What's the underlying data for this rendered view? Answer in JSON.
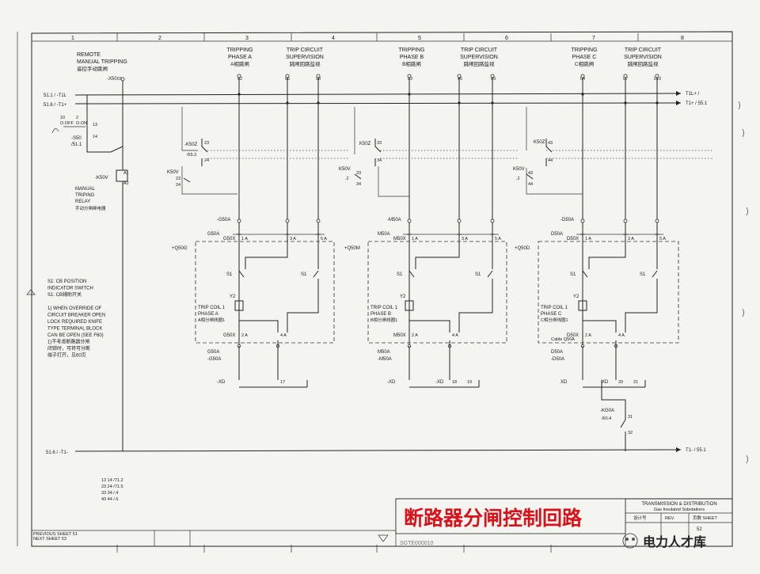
{
  "columns": [
    "1",
    "2",
    "3",
    "4",
    "5",
    "6",
    "7",
    "8"
  ],
  "header": {
    "remote": [
      "REMOTE",
      "MANUAL TRIPPING",
      "遥控手动跳闸"
    ],
    "trip_a": [
      "TRIPPING",
      "PHASE A",
      "A相跳闸"
    ],
    "sup_a": [
      "TRIP CIRCUIT",
      "SUPERVISION",
      "跳闸回路监视"
    ],
    "trip_b": [
      "TRIPPING",
      "PHASE B",
      "B相跳闸"
    ],
    "sup_b": [
      "TRIP CIRCUIT",
      "SUPERVISION",
      "跳闸回路监视"
    ],
    "trip_c": [
      "TRIPPING",
      "PHASE C",
      "C相跳闸"
    ],
    "sup_c": [
      "TRIP CIRCUIT",
      "SUPERVISION",
      "跳闸回路监视"
    ]
  },
  "terminal_numbers": {
    "x50_1": "01",
    "a2": "02",
    "a5": "05",
    "a8": "08",
    "b3": "03",
    "b6": "06",
    "b9": "09",
    "c4": "04",
    "c7": "07",
    "c10": "010"
  },
  "bus": {
    "left_top1": "51.1 / -T1L",
    "left_top2": "51.6 / -T1+",
    "right_top1": "T1L+ /",
    "right_top2": "T1+ / 55.1",
    "left_bottom": "51.6 / -T1-",
    "right_bottom": "T1- / 55.1"
  },
  "left": {
    "x50": "-X50",
    "s50": "-S50",
    "s50_ref": "/51.1",
    "switch_pins": [
      "10",
      "O.OFF",
      "2",
      "O.ON",
      "13",
      "14"
    ],
    "k50v_coil": "-K50V",
    "k50v_pins": [
      "A1",
      "A2"
    ],
    "relay_text": [
      "MANUAL",
      "TRIPING",
      "RELAY",
      "手动分闸继电器"
    ],
    "notes": [
      "S1: CB POSITION",
      "INDICATOR SWITCH",
      "S1: CB辅助开关",
      "",
      "1) WHEN OVERRIDE OF",
      "CIRCUIT BREAKER OPEN",
      "LOCK REQUIRED KNIFE",
      "TYPE TERMINAL BLOCK",
      "CAN BE OPEN (SEE F60)",
      "1)不考虑断路器分闸",
      "闭锁时，可将可分断",
      "端子打开，见60页"
    ],
    "legend_rows": [
      "13 14 /71.2",
      "23 24 /71.5",
      "33 34 /.4",
      "43 44 /.6"
    ]
  },
  "phase_a": {
    "k50z": "-K50Z",
    "k50z_ref": "/55.3",
    "k50z_pins": [
      "23",
      "24"
    ],
    "k50v": "K50V",
    "k50v_pins": [
      "23",
      "24"
    ],
    "xterm_top": "-G50A",
    "block": "G50A",
    "xlabel": "G50X",
    "q": "+Q50G",
    "pin_a1": "1 A",
    "pin_a3": "3 A",
    "pin_a5": "5 A",
    "s1": "S1",
    "s1r": "S1",
    "y2": "Y2",
    "coil": [
      "TRIP COIL 1",
      "PHASE A",
      "A相分闸线圈1"
    ],
    "x2": "G50X",
    "pin2": "2 A",
    "pin4": "4 A",
    "bot1": "G50A",
    "bot2": "-G50A",
    "xd": "-XD",
    "xd_n": "17"
  },
  "phase_b": {
    "k50z": "K50Z",
    "k50z_pins": [
      "33",
      "34"
    ],
    "k50v": "K50V",
    "k50v_ref": ".2",
    "k50v_pins": [
      "33",
      "34"
    ],
    "xterm_top": "-M50A",
    "block": "M50A",
    "xlabel": "M50X",
    "q": "+Q50M",
    "pin_a1": "1 A",
    "pin_a3": "3 A",
    "pin_a5": "5 A",
    "s1": "S1",
    "s1r": "S1",
    "y2": "Y2",
    "coil": [
      "TRIP COIL 1",
      "PHASE B",
      "B相分闸线圈1"
    ],
    "x2": "M50X",
    "pin2": "2 A",
    "pin4": "4 A",
    "bot1": "M50A",
    "bot2": "-M50A",
    "xd": "-XD",
    "xd2": "-XD",
    "xd_n": "18",
    "xd_n2": "19"
  },
  "phase_c": {
    "k50z": "K50Z",
    "k50z_pins": [
      "43",
      "44"
    ],
    "k50v": "K50V",
    "k50v_ref": ".2",
    "k50v_pins": [
      "43",
      "44"
    ],
    "xterm_top": "-D50A",
    "block": "D50A",
    "xlabel": "D50X",
    "q": "+Q50D",
    "pin_a1": "1 A",
    "pin_a3": "3 A",
    "pin_a5": "5 A",
    "s1": "S1",
    "s1r": "S1",
    "y2": "Y2",
    "coil": [
      "TRIP COIL 1",
      "PHASE C",
      "C相分闸线圈1"
    ],
    "x2": "D50X",
    "pin2": "2 A",
    "pin4": "4 A",
    "bot0": "Cable Q50A",
    "bot1": "D50A",
    "bot2": "-D50A",
    "xd": "XD",
    "xd2": "XD",
    "xd_n": "20",
    "xd_n2": "21"
  },
  "kg0a": {
    "label": "-KG0A",
    "ref": "/60.4",
    "pins": [
      "31",
      "32"
    ]
  },
  "title_block": {
    "banner": "断路器分闸控制回路",
    "company1": "TRANSMISSION & DISTRIBUTION",
    "company2": "Gas Insulated Substations",
    "rev_cells": [
      "设计号",
      "REV.",
      "页数 SHEET"
    ],
    "sheet_no": "52",
    "prev_sheet": "PREVIOUS SHEET 51",
    "next_sheet": "NEXT SHEET 53",
    "drawing_no": "SGTE000010",
    "watermark": "电力人才库"
  }
}
